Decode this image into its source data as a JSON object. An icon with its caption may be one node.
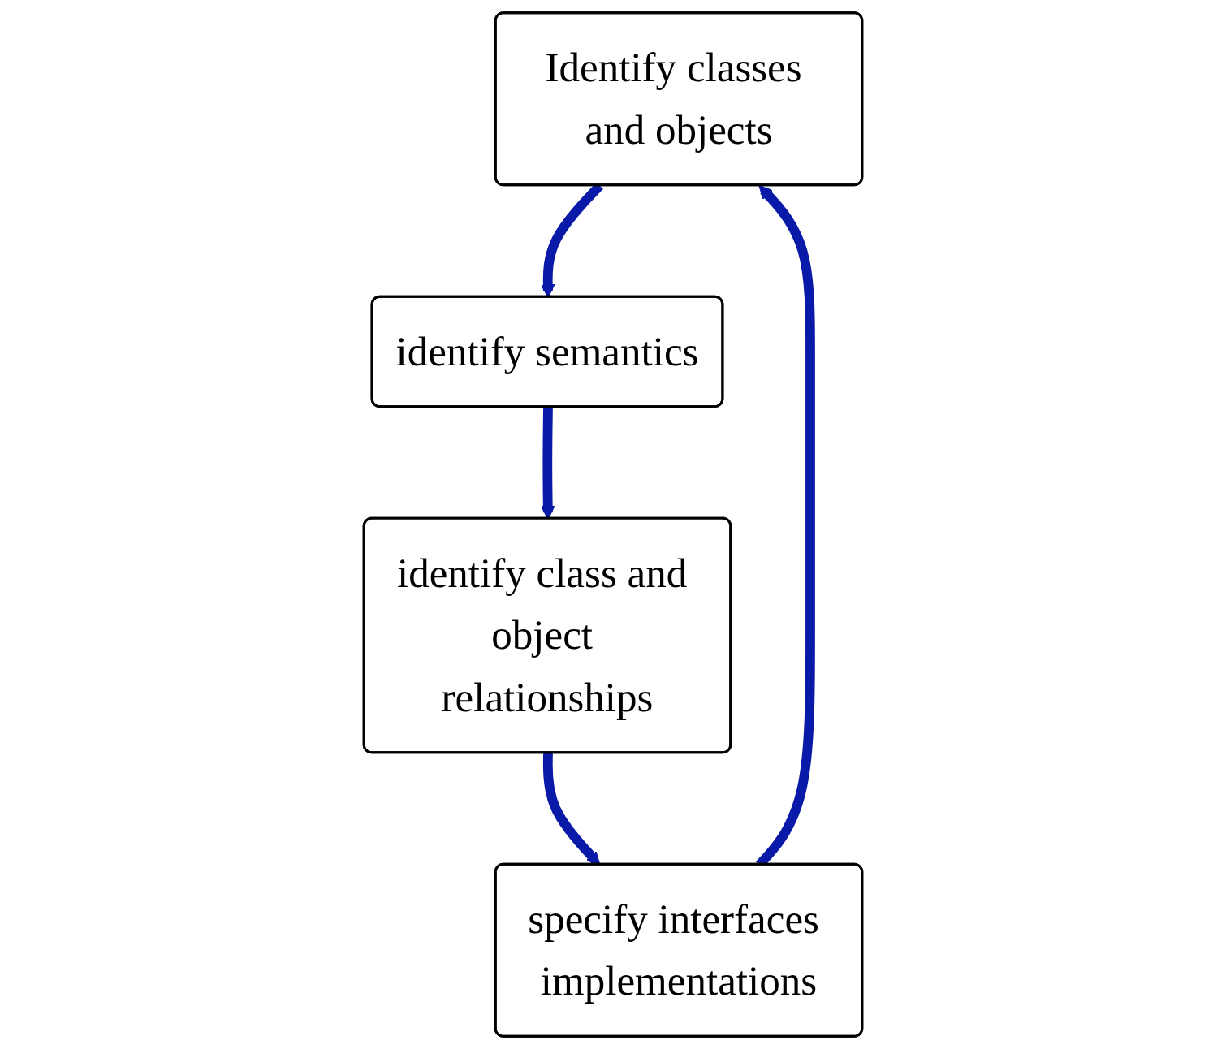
{
  "diagram": {
    "nodes": [
      {
        "text": [
          "Identify classes and objects"
        ]
      },
      {
        "text": [
          "identify semantics"
        ]
      },
      {
        "text": [
          "identify class and object relationships"
        ]
      },
      {
        "text": [
          "specify interfaces implementations"
        ]
      }
    ],
    "edges": [
      {
        "from": 0,
        "to": 1,
        "arrow": "to"
      },
      {
        "from": 1,
        "to": 2,
        "arrow": "to"
      },
      {
        "from": 2,
        "to": 3,
        "arrow": "to"
      },
      {
        "from": 3,
        "to": 0,
        "arrow": "to"
      }
    ]
  }
}
